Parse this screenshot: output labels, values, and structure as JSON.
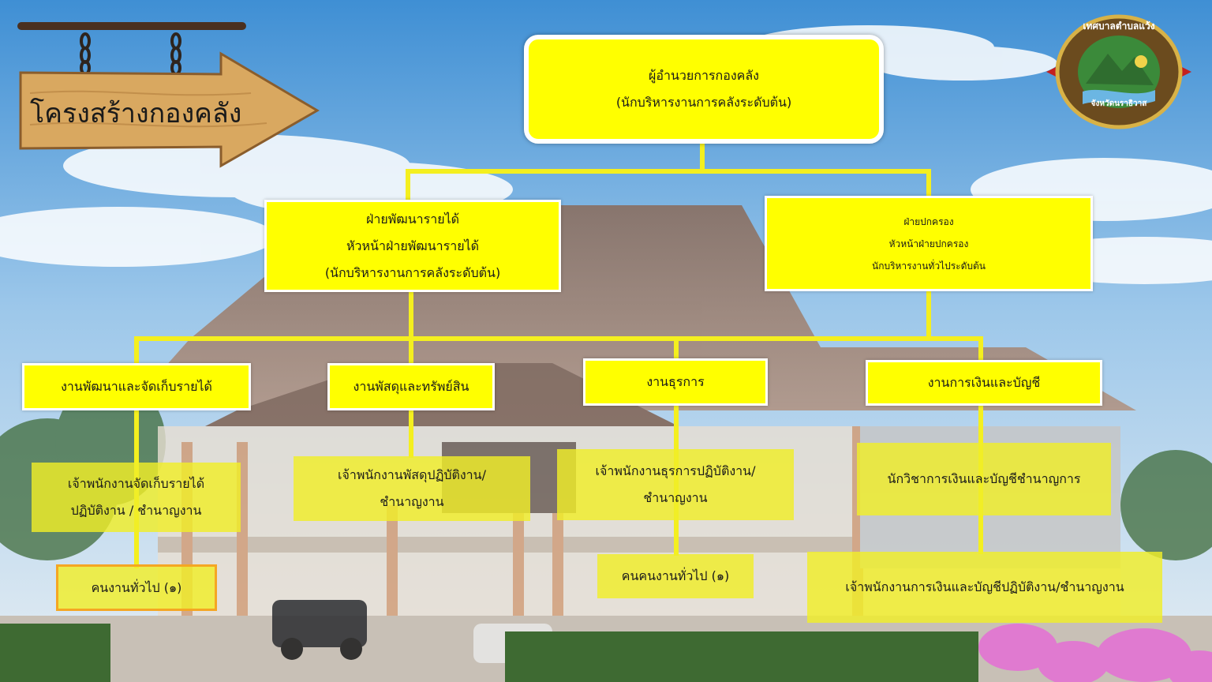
{
  "header": {
    "title": "โครงสร้างกองคลัง",
    "emblem_top_text": "เทศบาลตำบลแว้ง",
    "emblem_bottom_text": "จังหวัดนราธิวาส"
  },
  "colors": {
    "box_yellow": "#ffff00",
    "connector_yellow": "#f4ef1f",
    "accent_orange": "#f5a623",
    "sign_wood": "#d9a860"
  },
  "chart": {
    "director": {
      "line1": "ผู้อำนวยการกองคลัง",
      "line2": "(นักบริหารงานการคลังระดับต้น)"
    },
    "revenue_division": {
      "line1": "ฝ่ายพัฒนารายได้",
      "line2": "หัวหน้าฝ่ายพัฒนารายได้",
      "line3": "(นักบริหารงานการคลังระดับต้น)"
    },
    "admin_division": {
      "line1": "ฝ่ายปกครอง",
      "line2": "หัวหน้าฝ่ายปกครอง",
      "line3": "นักบริหารงานทั่วไประดับต้น"
    },
    "units": [
      "งานพัฒนาและจัดเก็บรายได้",
      "งานพัสดุและทรัพย์สิน",
      "งานธุรการ",
      "งานการเงินและบัญชี"
    ],
    "revenue_officer": {
      "line1": "เจ้าพนักงานจัดเก็บรายได้",
      "line2": "ปฏิบัติงาน   /  ชำนาญงาน"
    },
    "supply_officer": {
      "line1": "เจ้าพนักงานพัสดุปฏิบัติงาน/",
      "line2": "ชำนาญงาน"
    },
    "clerical_officer": {
      "line1": "เจ้าพนักงานธุรการปฏิบัติงาน/",
      "line2": "ชำนาญงาน"
    },
    "finance_analyst": "นักวิชาการเงินและบัญชีชำนาญการ",
    "worker_revenue": "คนงานทั่วไป  (๑)",
    "worker_clerical": "คนคนงานทั่วไป  (๑)",
    "finance_officer": "เจ้าพนักงานการเงินและบัญชีปฏิบัติงาน/ชำนาญงาน"
  }
}
